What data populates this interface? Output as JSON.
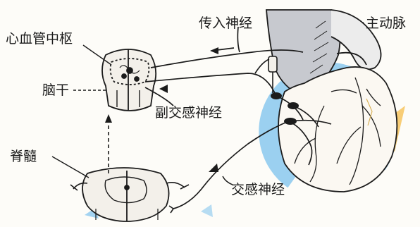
{
  "labels": {
    "cardiovascular_center": "心血管中枢",
    "brainstem": "脑干",
    "spinal_cord": "脊髓",
    "afferent_nerve": "传入神经",
    "aorta": "主动脉",
    "parasympathetic_nerve": "副交感神经",
    "sympathetic_nerve": "交感神经"
  },
  "colors": {
    "ink": "#1b1b1b",
    "vessel_fill": "#c7c9cf",
    "watermark_blue": "#2a9ee8",
    "watermark_yellow": "#f4b22a"
  }
}
